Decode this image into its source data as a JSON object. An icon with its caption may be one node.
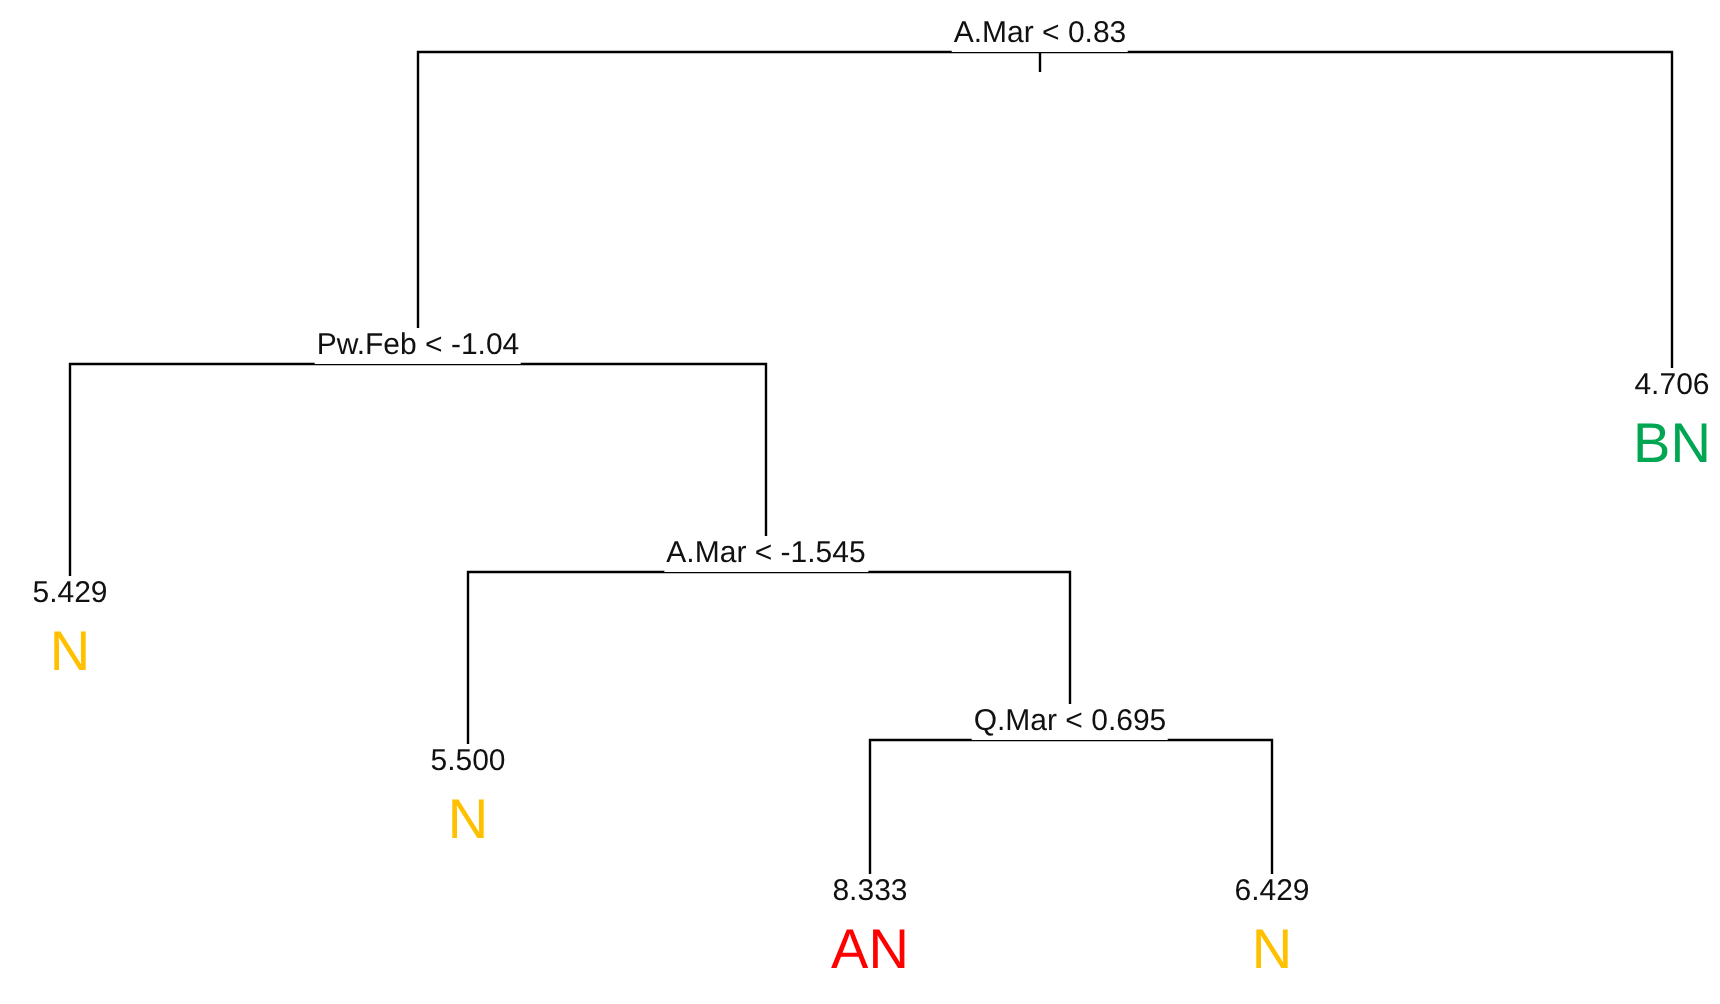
{
  "diagram": {
    "nodes": [
      {
        "text": [
          "A.Mar < 0.83"
        ]
      },
      {
        "text": [
          "Pw.Feb < -1.04"
        ]
      },
      {
        "text": [
          "4.706",
          "BN"
        ]
      },
      {
        "text": [
          "5.429",
          "N"
        ]
      },
      {
        "text": [
          "A.Mar < -1.545"
        ]
      },
      {
        "text": [
          "5.500",
          "N"
        ]
      },
      {
        "text": [
          "Q.Mar < 0.695"
        ]
      },
      {
        "text": [
          "8.333",
          "AN"
        ]
      },
      {
        "text": [
          "6.429",
          "N"
        ]
      }
    ],
    "edges": [
      {
        "from": 0,
        "to": 1,
        "arrow": "none"
      },
      {
        "from": 0,
        "to": 2,
        "arrow": "none"
      },
      {
        "from": 1,
        "to": 3,
        "arrow": "none"
      },
      {
        "from": 1,
        "to": 4,
        "arrow": "none"
      },
      {
        "from": 4,
        "to": 5,
        "arrow": "none"
      },
      {
        "from": 4,
        "to": 6,
        "arrow": "none"
      },
      {
        "from": 6,
        "to": 7,
        "arrow": "none"
      },
      {
        "from": 6,
        "to": 8,
        "arrow": "none"
      }
    ]
  }
}
